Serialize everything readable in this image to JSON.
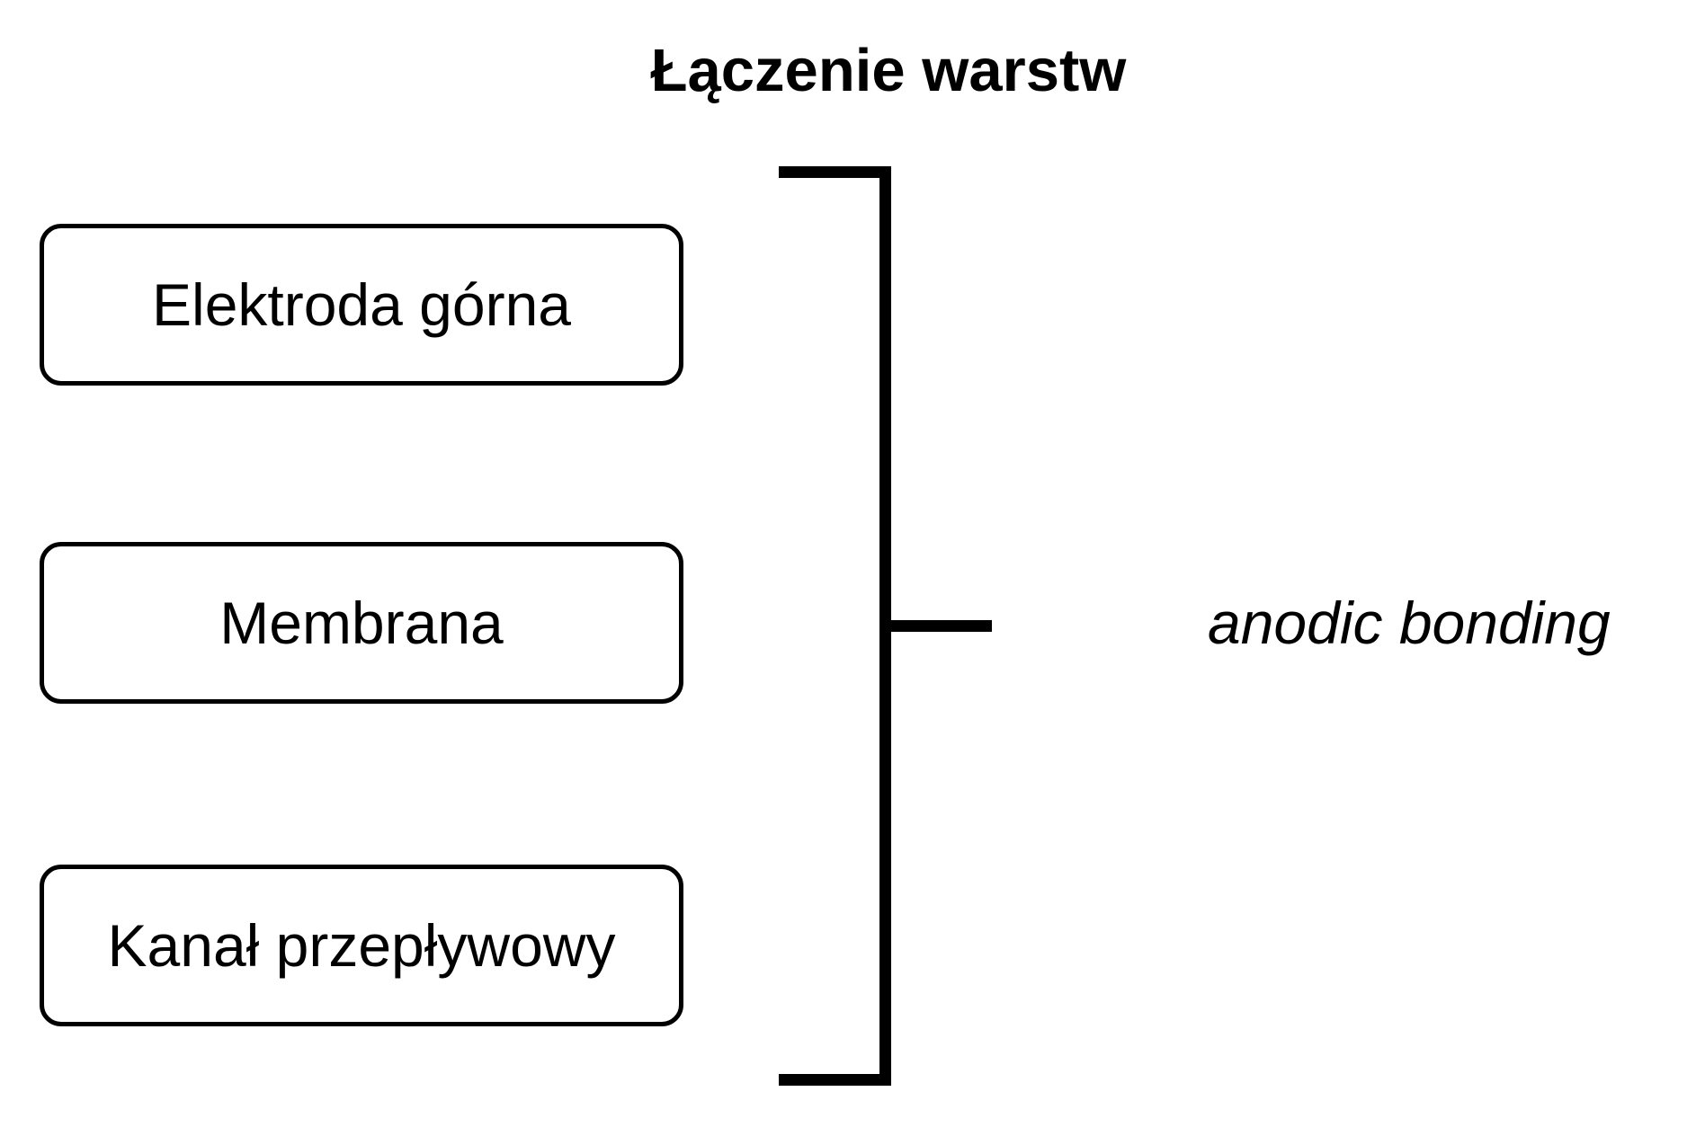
{
  "title": "Łączenie warstw",
  "boxes": [
    {
      "label": "Elektroda górna"
    },
    {
      "label": "Membrana"
    },
    {
      "label": "Kanał przepływowy"
    }
  ],
  "annotation": {
    "label": "anodic bonding"
  },
  "colors": {
    "ink": "#000000",
    "background": "#ffffff"
  }
}
